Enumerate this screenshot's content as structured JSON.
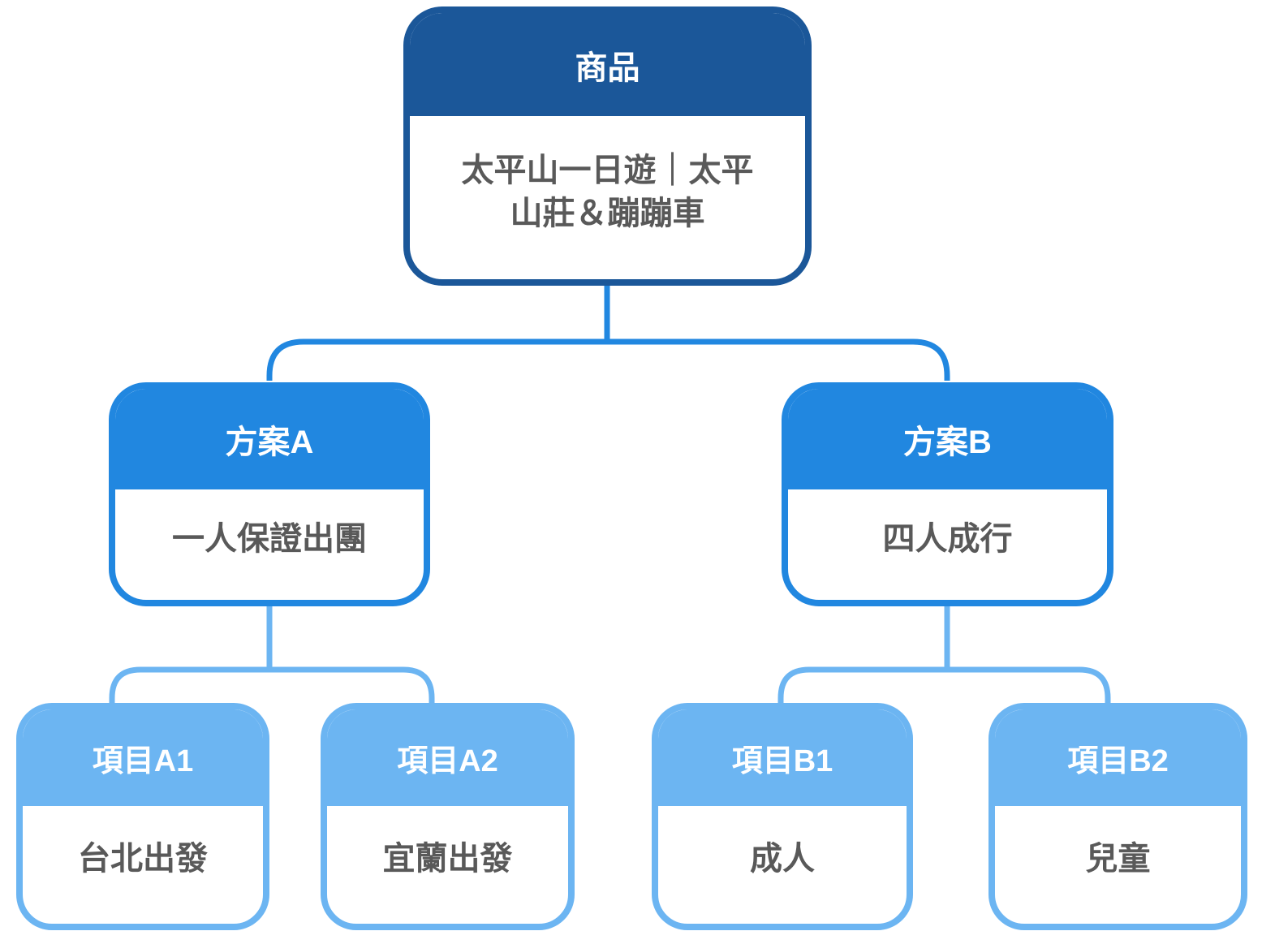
{
  "diagram": {
    "root": {
      "label": "商品",
      "value": "太平山一日遊｜太平山莊＆蹦蹦車"
    },
    "plans": [
      {
        "label": "方案A",
        "value": "一人保證出團",
        "items": [
          {
            "label": "項目A1",
            "value": "台北出發"
          },
          {
            "label": "項目A2",
            "value": "宜蘭出發"
          }
        ]
      },
      {
        "label": "方案B",
        "value": "四人成行",
        "items": [
          {
            "label": "項目B1",
            "value": "成人"
          },
          {
            "label": "項目B2",
            "value": "兒童"
          }
        ]
      }
    ],
    "colors": {
      "root_header": "#1B5799",
      "plan_header": "#2187E0",
      "item_header": "#6CB5F2",
      "connector_top": "#2187E0",
      "connector_bottom": "#6CB5F2",
      "body_text": "#595959",
      "background": "#FFFFFF"
    }
  }
}
